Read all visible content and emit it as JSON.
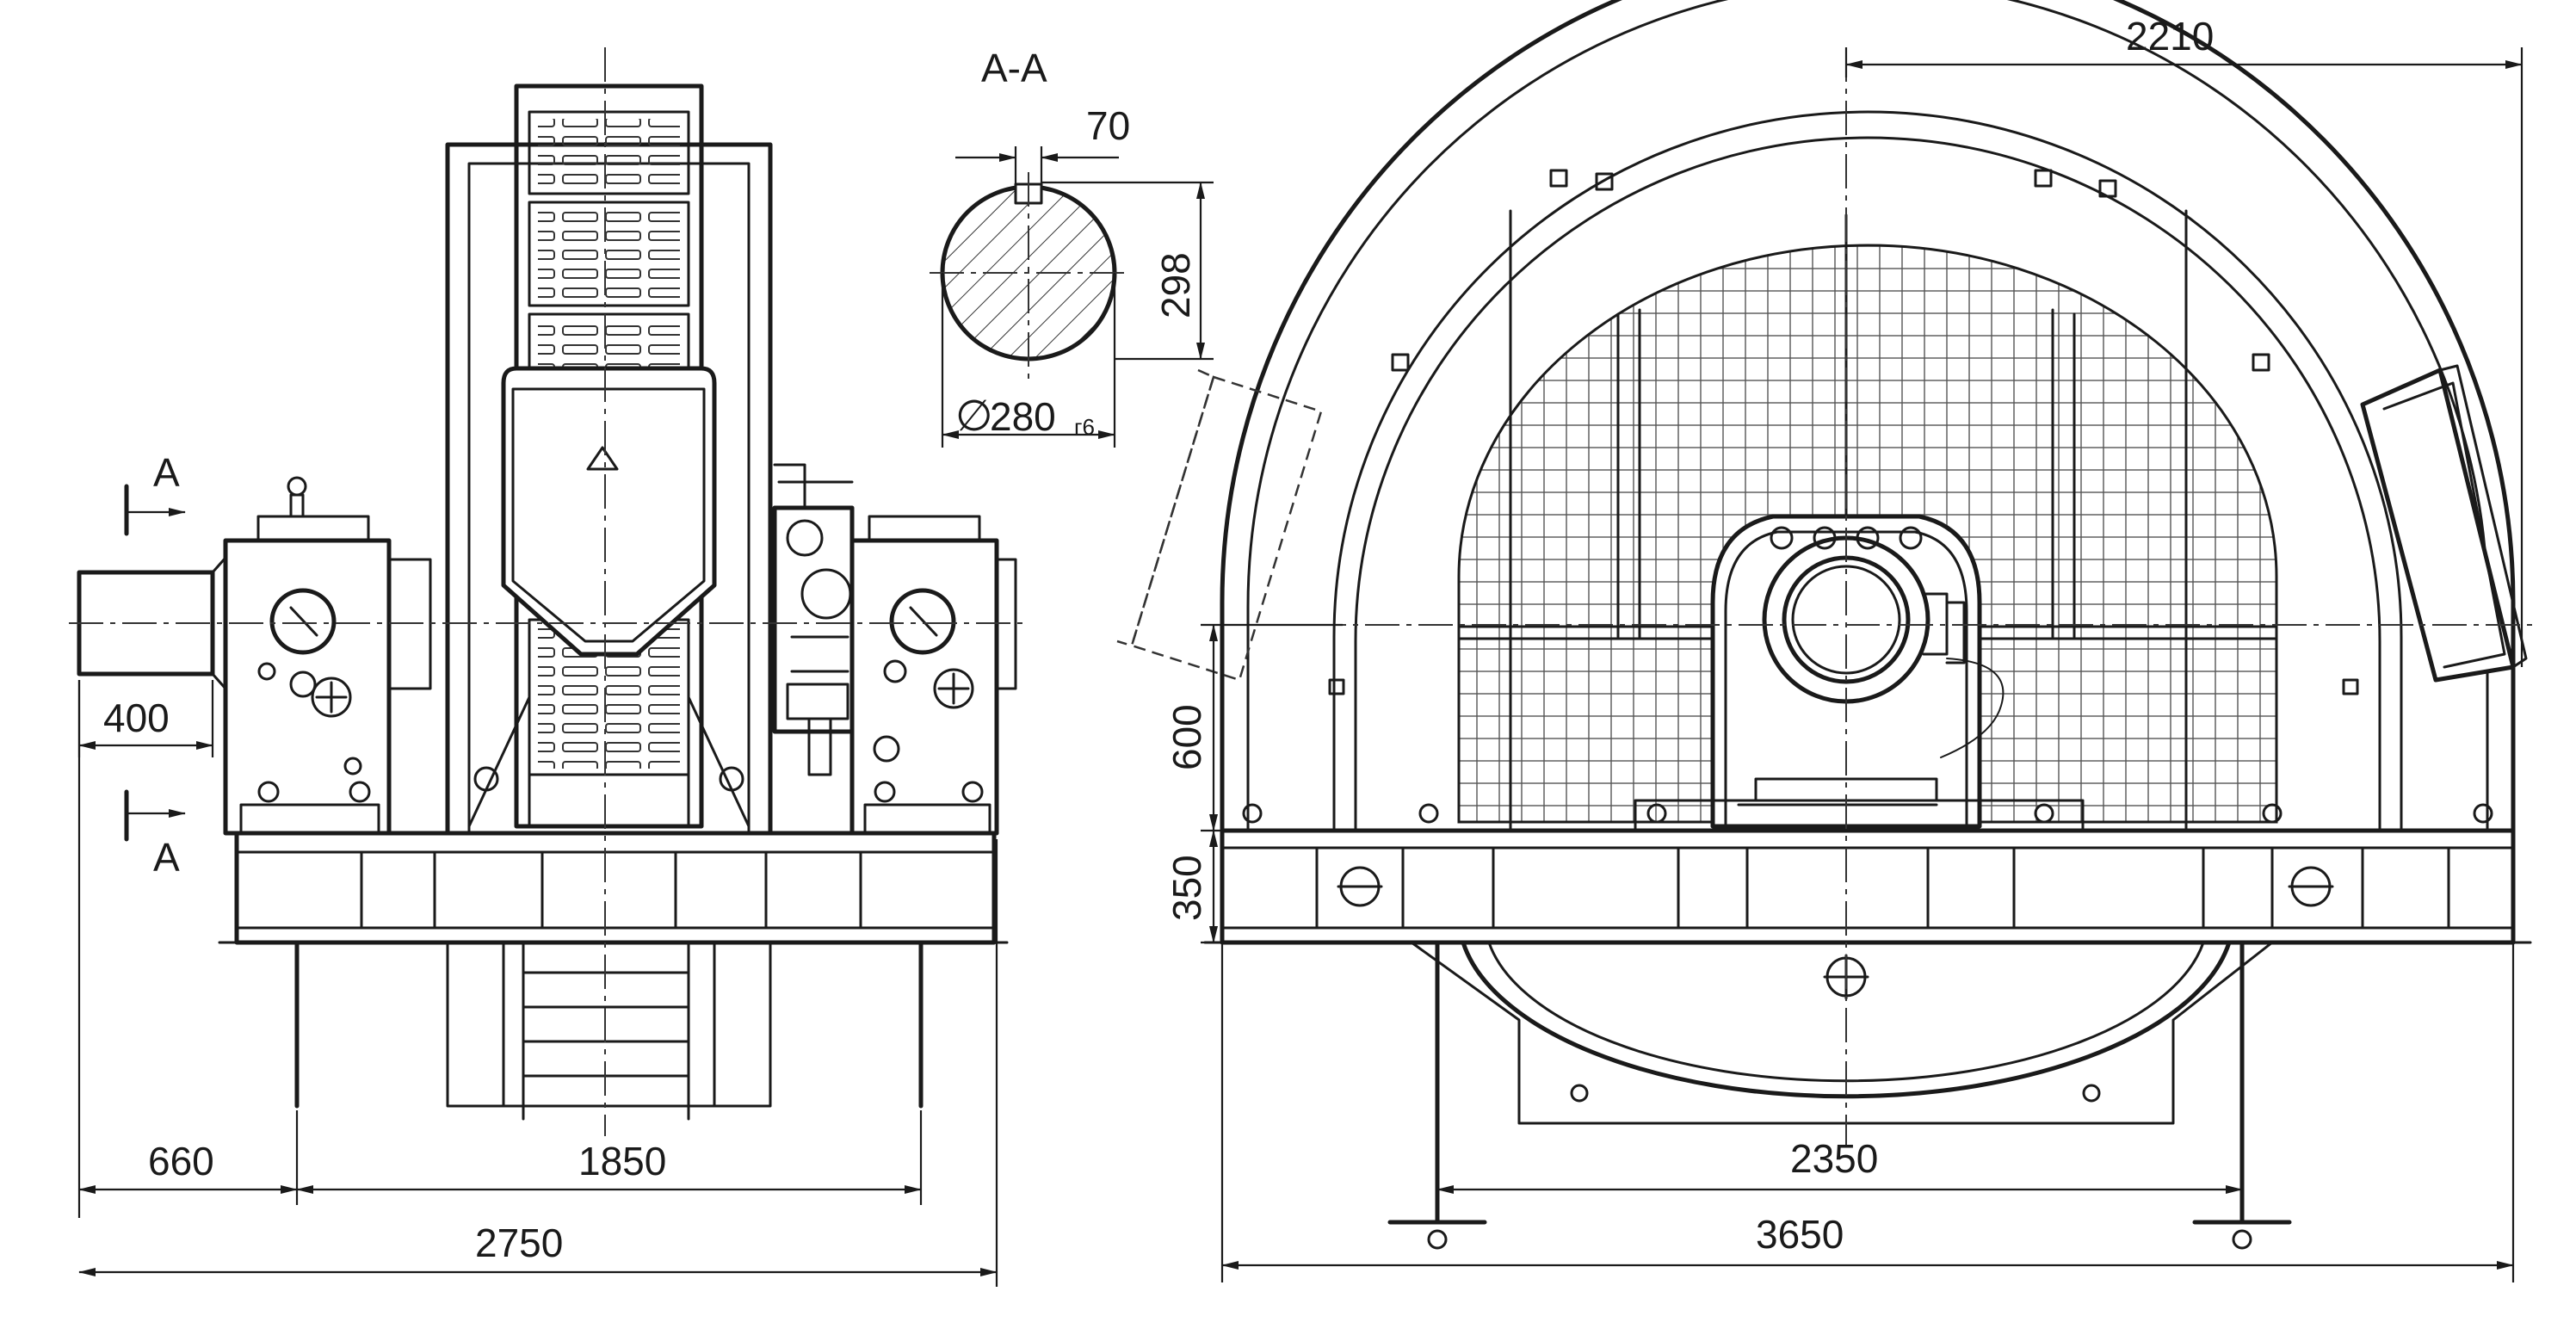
{
  "section": {
    "title": "A-A",
    "key_width": "70",
    "depth": "298",
    "diameter_symbol": "∅",
    "diameter_value": "280",
    "tolerance": "г6",
    "cut_mark": "A"
  },
  "front_view": {
    "dims": {
      "shaft_extension": "400",
      "left_offset": "660",
      "bolt_spacing": "1850",
      "overall_width": "2750"
    }
  },
  "side_view": {
    "dims": {
      "top_extent": "2210",
      "axis_height": "600",
      "base_height": "350",
      "bolt_spacing": "2350",
      "overall_length": "3650"
    }
  }
}
